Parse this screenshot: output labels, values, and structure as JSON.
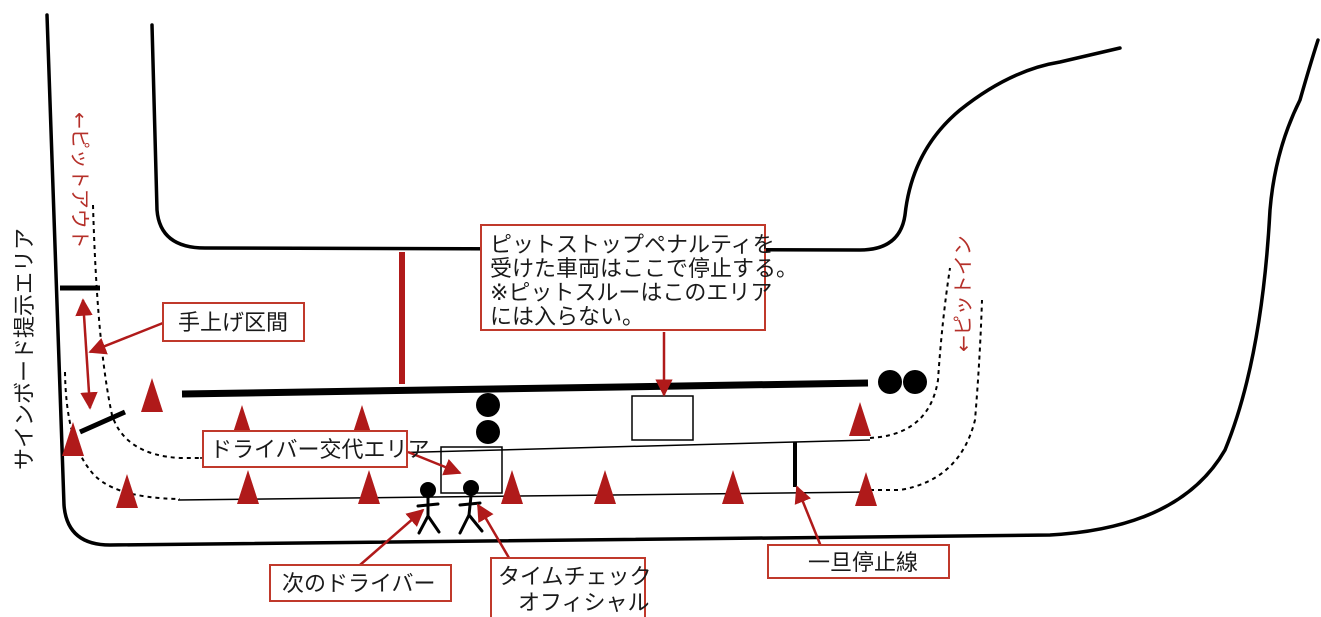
{
  "colors": {
    "accent_red": "#b01a1a",
    "callout_border": "#c0392b",
    "ink": "#000000",
    "label_red": "#b5302a"
  },
  "labels": {
    "sign_board_area": "サインボード提示エリア",
    "pit_out": "←ピットアウト",
    "pit_in": "←ピットイン",
    "hand_raise_section": "手上げ区間",
    "driver_change_area": "ドライバー交代エリア",
    "next_driver": "次のドライバー",
    "time_check_official": [
      "タイムチェック",
      "オフィシャル"
    ],
    "stop_line": "一旦停止線",
    "penalty_note": [
      "ピットストップペナルティを",
      "受けた車両はここで停止する。",
      "※ピットスルーはこのエリア",
      "には入らない。"
    ]
  },
  "icons": [
    "traffic-cone-icon",
    "tire-stack-icon",
    "person-icon"
  ]
}
